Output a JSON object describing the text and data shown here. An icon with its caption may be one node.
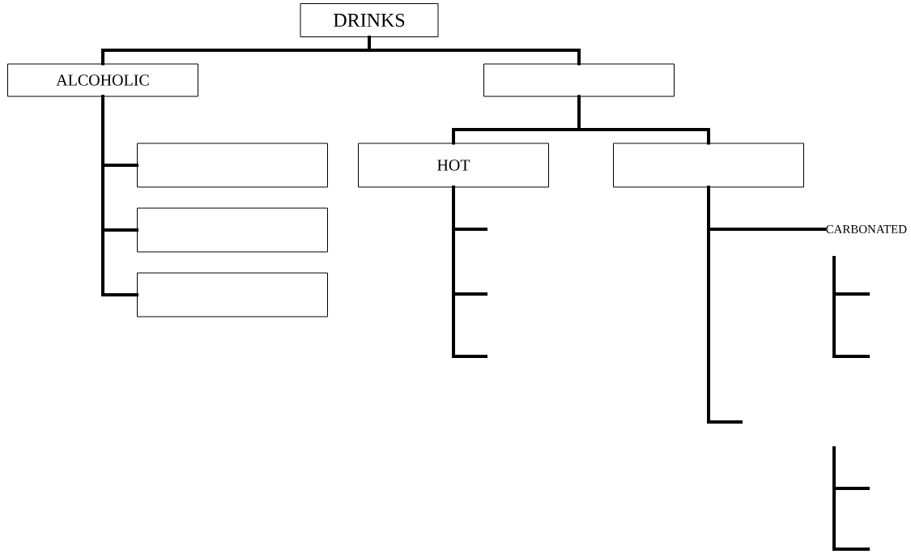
{
  "diagram": {
    "nodes": [
      {
        "text": [
          "DRINKS"
        ]
      },
      {
        "text": [
          "ALCOHOLIC"
        ]
      },
      {
        "text": [],
        "shape": "box"
      },
      {
        "text": [],
        "shape": "box"
      },
      {
        "text": [],
        "shape": "box"
      },
      {
        "text": [],
        "shape": "box"
      },
      {
        "text": [
          "HOT"
        ]
      },
      {
        "text": [],
        "shape": "box"
      },
      {
        "text": [
          "CARBONATED"
        ]
      }
    ],
    "edges": [
      {
        "from": 0,
        "to": 1,
        "arrow": "none"
      },
      {
        "from": 0,
        "to": 2,
        "arrow": "none"
      },
      {
        "from": 1,
        "to": 3,
        "arrow": "none"
      },
      {
        "from": 1,
        "to": 4,
        "arrow": "none"
      },
      {
        "from": 1,
        "to": 5,
        "arrow": "none"
      },
      {
        "from": 2,
        "to": 6,
        "arrow": "none"
      },
      {
        "from": 2,
        "to": 7,
        "arrow": "none"
      },
      {
        "from": 6,
        "to": null,
        "arrow": "none"
      },
      {
        "from": 6,
        "to": null,
        "arrow": "none"
      },
      {
        "from": 6,
        "to": null,
        "arrow": "none"
      },
      {
        "from": 7,
        "to": 8,
        "arrow": "none"
      },
      {
        "from": 7,
        "to": null,
        "arrow": "none"
      }
    ]
  }
}
